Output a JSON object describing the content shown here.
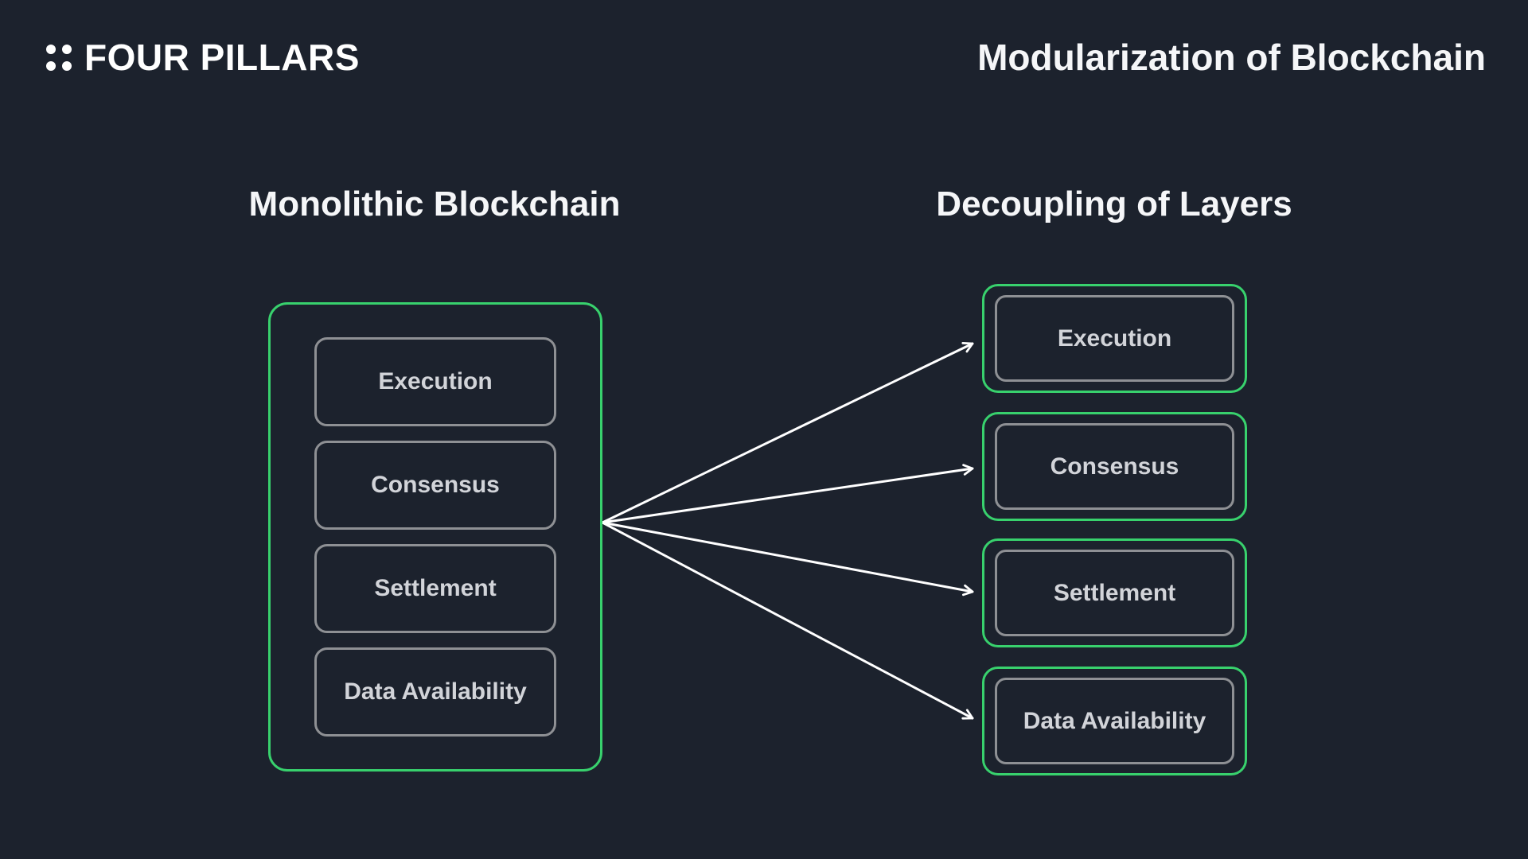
{
  "brand": {
    "name": "FOUR PILLARS",
    "icon": "four-dots-icon"
  },
  "deck_title": "Modularization of Blockchain",
  "left_column": {
    "heading": "Monolithic Blockchain",
    "layers": [
      "Execution",
      "Consensus",
      "Settlement",
      "Data Availability"
    ]
  },
  "right_column": {
    "heading": "Decoupling of Layers",
    "layers": [
      "Execution",
      "Consensus",
      "Settlement",
      "Data Availability"
    ]
  },
  "colors": {
    "background": "#1c222d",
    "accent_green": "#38d16d",
    "border_gray": "#8e9094",
    "label_text": "#d2d4d9",
    "heading_text": "#f5f6f8",
    "arrow": "#ffffff"
  }
}
